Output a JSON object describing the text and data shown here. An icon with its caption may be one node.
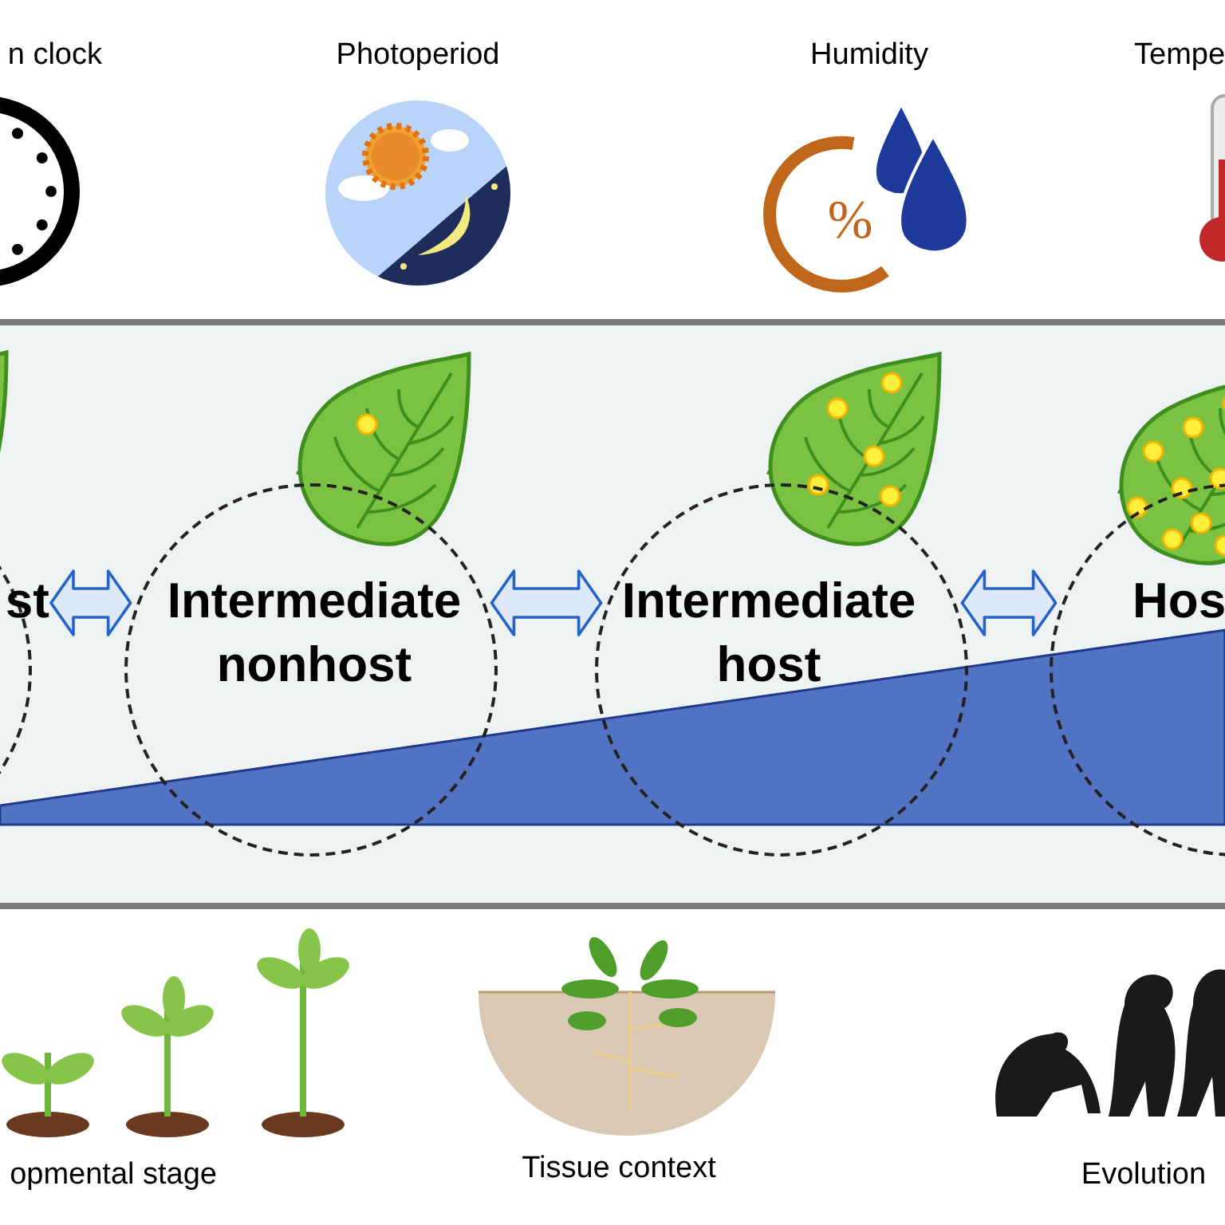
{
  "diagram": {
    "nodes": [
      {
        "text": [
          "st"
        ]
      },
      {
        "text": [
          "Intermediate nonhost"
        ]
      },
      {
        "text": [
          "Intermediate host"
        ]
      },
      {
        "text": [
          "Hos"
        ]
      },
      {
        "text": [],
        "shape": "triangle"
      }
    ],
    "edges": [
      {
        "from": 0,
        "to": 1,
        "arrow": "both"
      },
      {
        "from": 1,
        "to": 2,
        "arrow": "both"
      },
      {
        "from": 2,
        "to": 3,
        "arrow": "both"
      }
    ],
    "labels": [
      "n clock",
      "Photoperiod",
      "Humidity",
      "Tempe",
      "%",
      "opmental stage",
      "Tissue context",
      "Evolution"
    ]
  }
}
